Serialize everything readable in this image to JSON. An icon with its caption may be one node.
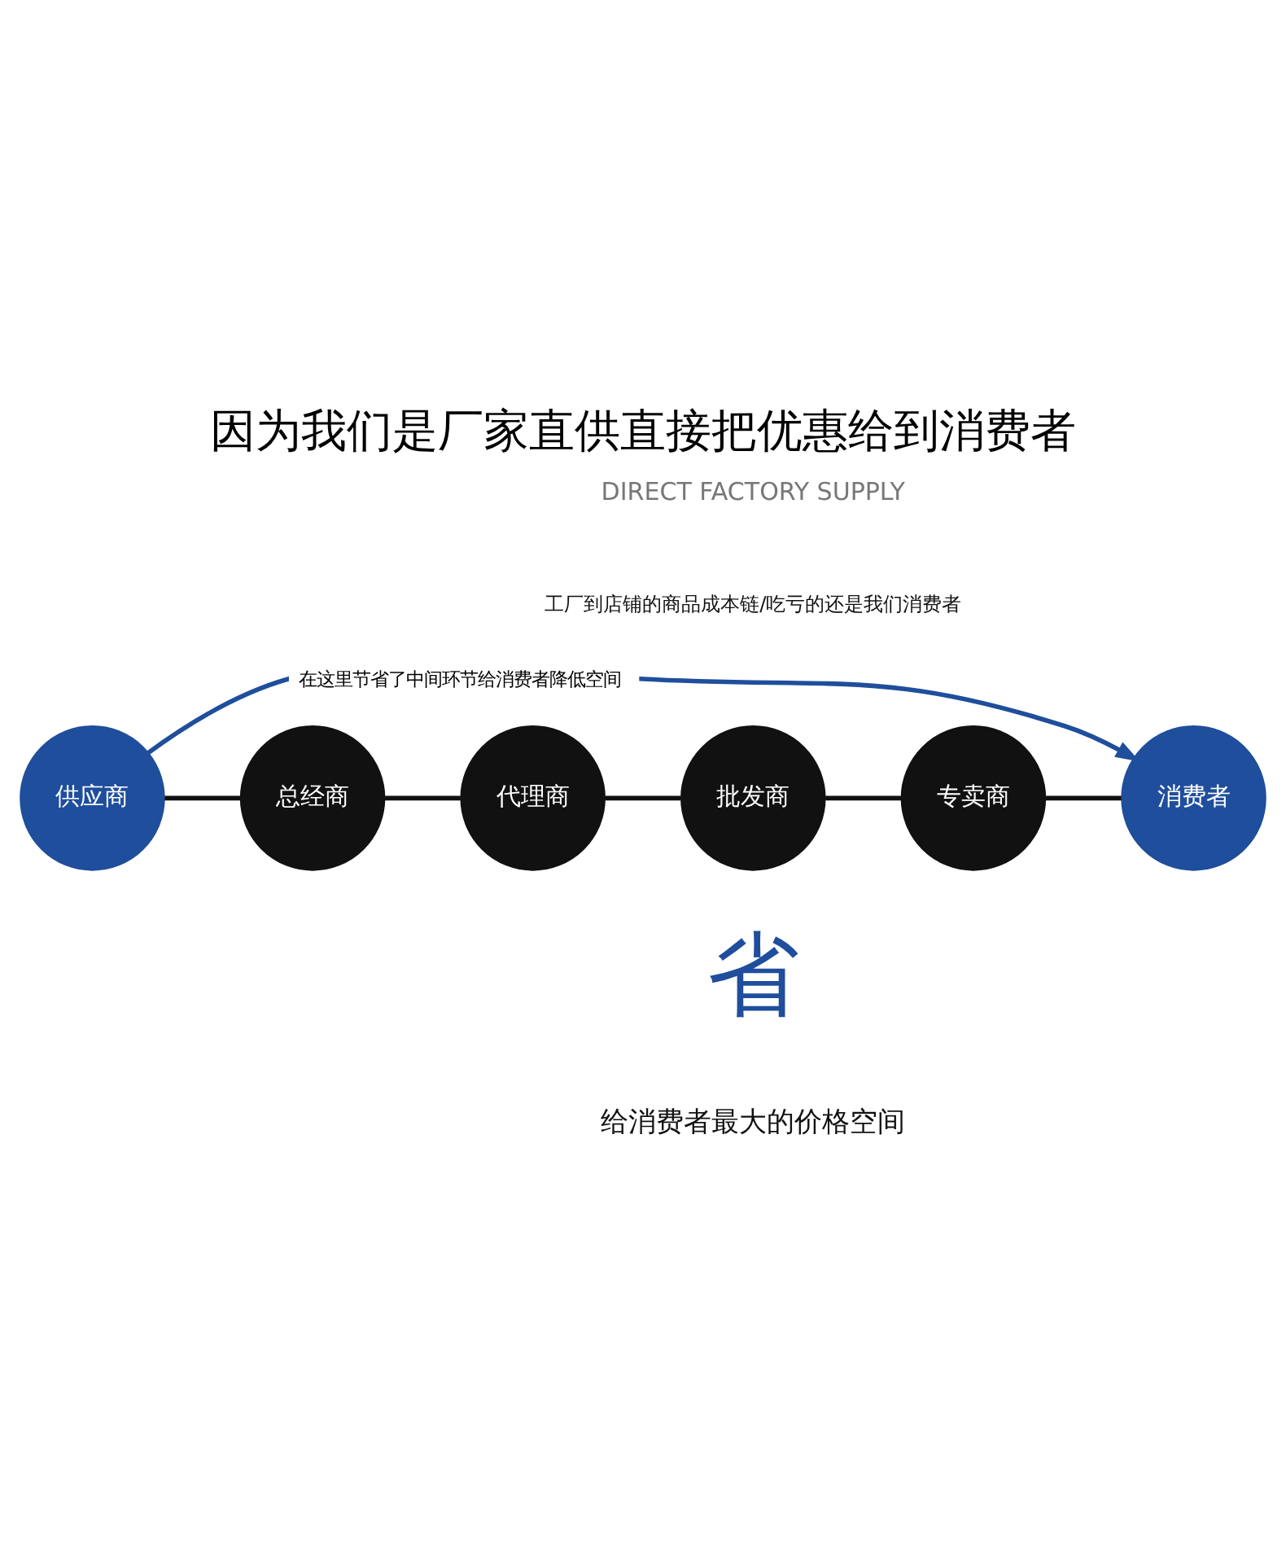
{
  "diagram": {
    "title": "因为我们是厂家直供直接把优惠给到消费者",
    "nodes": [
      {
        "text": [
          "供应商"
        ]
      },
      {
        "text": [
          "总经商"
        ]
      },
      {
        "text": [
          "代理商"
        ]
      },
      {
        "text": [
          "批发商"
        ]
      },
      {
        "text": [
          "专卖商"
        ]
      },
      {
        "text": [
          "消费者"
        ]
      }
    ],
    "edges": [
      {
        "from": 0,
        "to": 1,
        "arrow": "none"
      },
      {
        "from": 1,
        "to": 2,
        "arrow": "none"
      },
      {
        "from": 2,
        "to": 3,
        "arrow": "none"
      },
      {
        "from": 3,
        "to": 4,
        "arrow": "none"
      },
      {
        "from": 4,
        "to": 5,
        "arrow": "none"
      },
      {
        "from": 0,
        "to": 5,
        "arrow": "to",
        "label": "在这里节省了中间环节给消费者降低空间",
        "color": "#1f4e9c"
      }
    ],
    "labels": [
      "DIRECT FACTORY SUPPLY",
      "工厂到店铺的商品成本链/吃亏的还是我们消费者",
      "省",
      "给消费者最大的价格空间"
    ]
  }
}
